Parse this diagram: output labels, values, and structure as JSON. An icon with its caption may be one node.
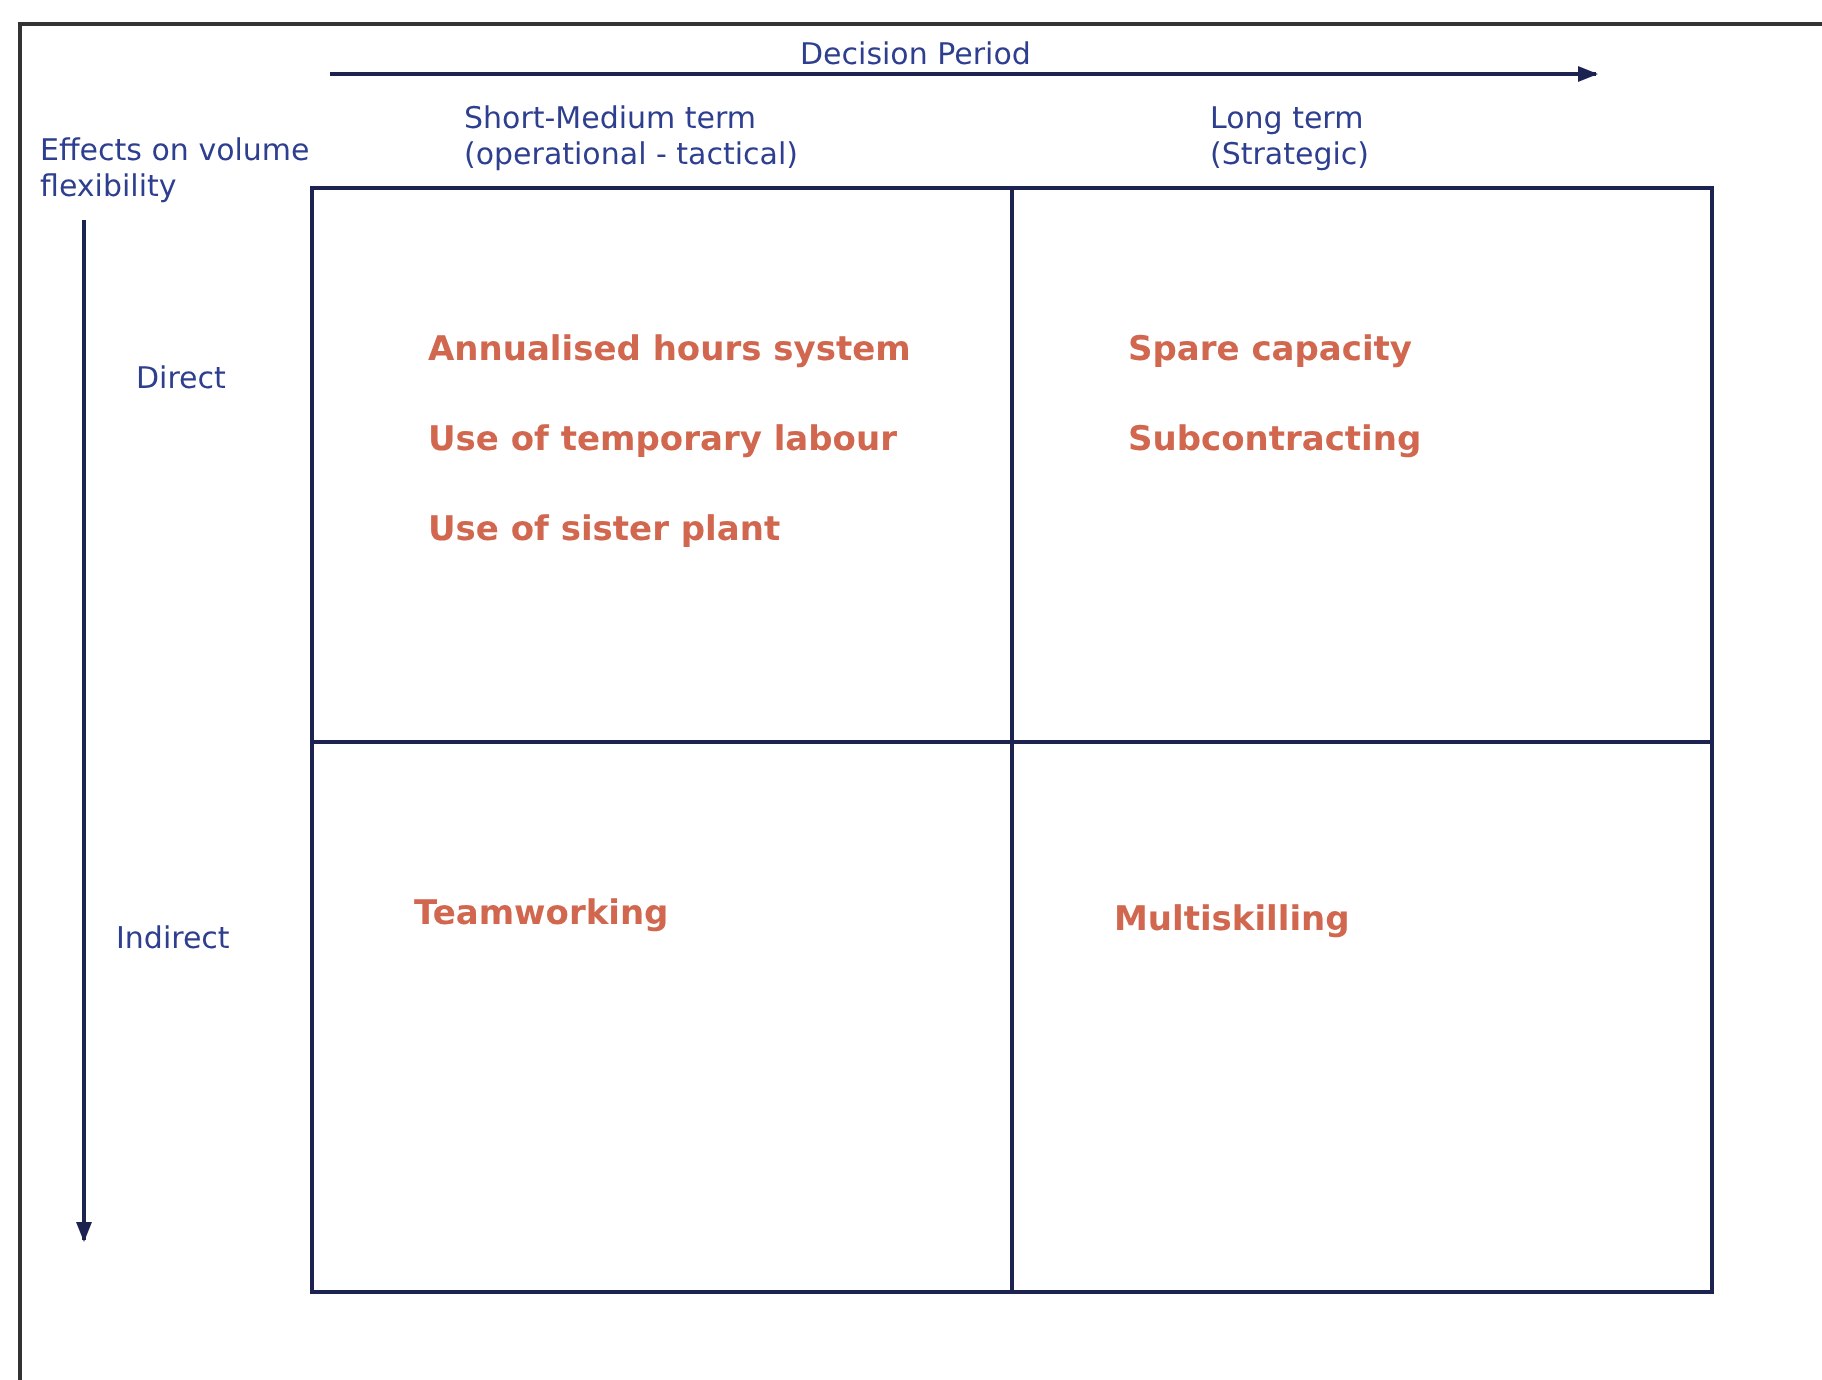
{
  "diagram": {
    "nodes": [
      {
        "text": [
          "Annualised hours system",
          "Use of temporary labour",
          "Use of sister plant"
        ]
      },
      {
        "text": [
          "Spare capacity",
          "Subcontracting"
        ]
      },
      {
        "text": [
          "Teamworking"
        ]
      },
      {
        "text": [
          "Multiskilling"
        ]
      }
    ],
    "labels": [
      "Decision Period",
      "Effects on volume flexibility",
      "Short-Medium term (operational - tactical)",
      "Long term (Strategic)",
      "Direct",
      "Indirect"
    ]
  }
}
